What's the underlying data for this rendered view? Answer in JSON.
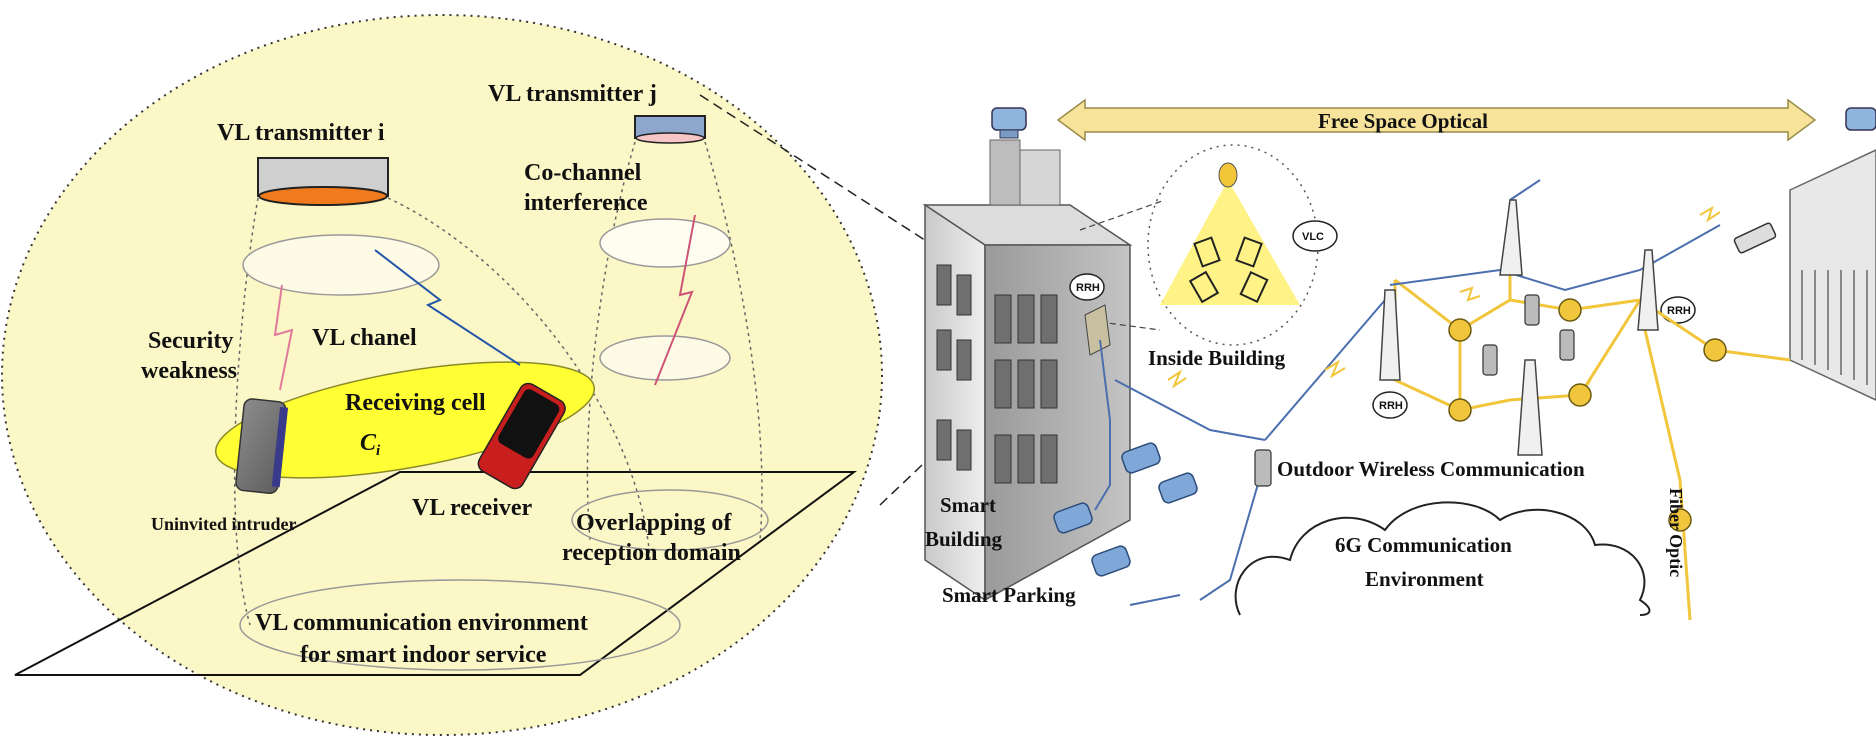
{
  "left_panel": {
    "transmitter_i": "VL transmitter i",
    "transmitter_j": "VL transmitter j",
    "co_channel_line1": "Co-channel",
    "co_channel_line2": "interference",
    "security_line1": "Security",
    "security_line2": "weakness",
    "vl_chanel": "VL chanel",
    "receiving_cell": "Receiving cell",
    "cell_symbol": "C",
    "cell_subscript": "i",
    "uninvited_intruder": "Uninvited intruder",
    "vl_receiver": "VL receiver",
    "overlap_line1": "Overlapping of",
    "overlap_line2": "reception domain",
    "env_line1": "VL communication environment",
    "env_line2": "for smart indoor service"
  },
  "right_panel": {
    "free_space_optical": "Free Space Optical",
    "vlc": "VLC",
    "inside_building": "Inside Building",
    "rrh": "RRH",
    "smart_building_line1": "Smart",
    "smart_building_line2": "Building",
    "smart_parking": "Smart Parking",
    "outdoor_wireless": "Outdoor Wireless Communication",
    "fiber_optic": "Fiber Optic",
    "env_6g_line1": "6G Communication",
    "env_6g_line2": "Environment"
  },
  "colors": {
    "circle_fill": "#fbf7c6",
    "receiving_cell": "#ffff33",
    "optical_arrow": "#f7e39a",
    "fiber": "#f2c63c",
    "vlc_cone": "#fff27a"
  }
}
